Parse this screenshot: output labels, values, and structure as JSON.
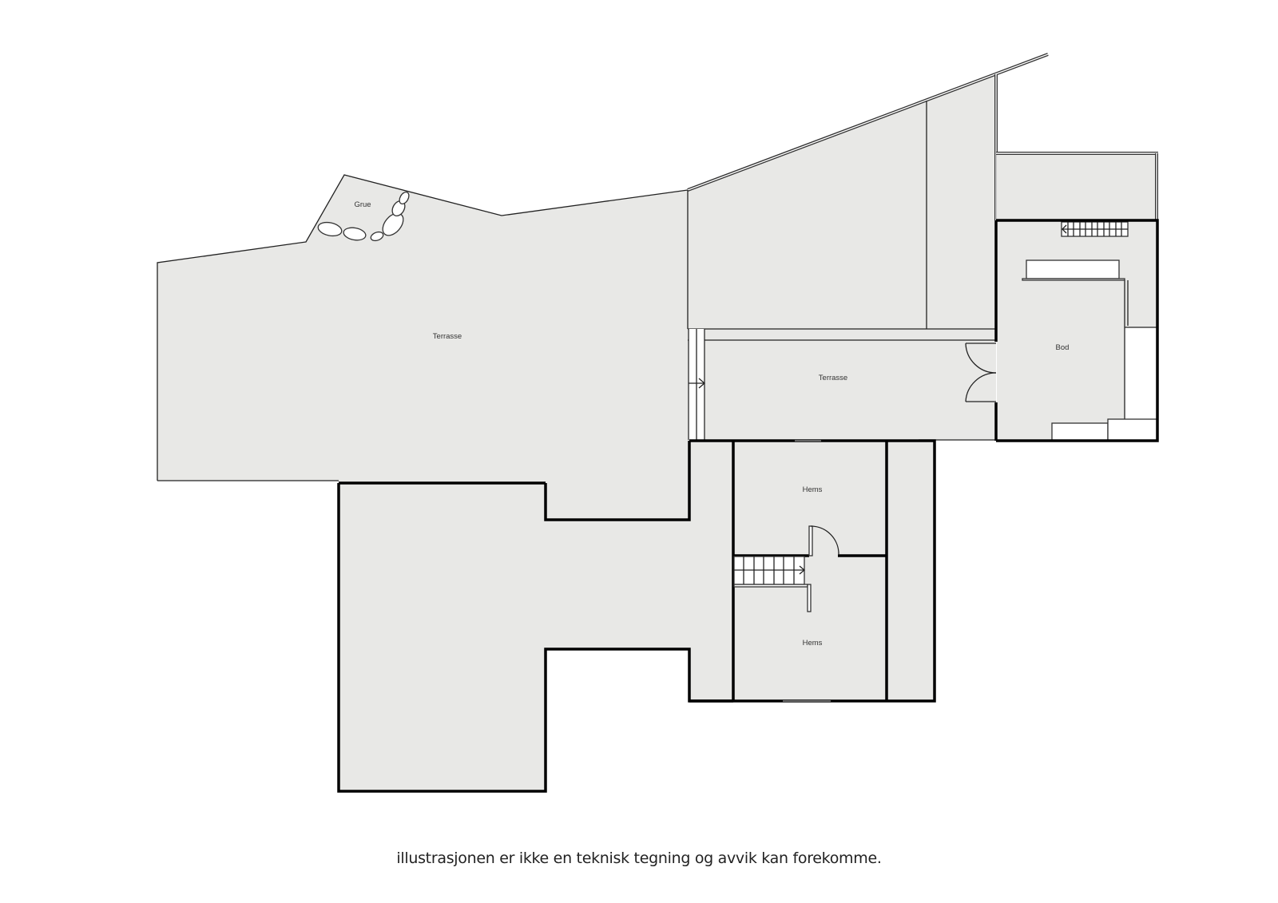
{
  "floorplan": {
    "rooms": [
      {
        "id": "grue",
        "label": "Grue"
      },
      {
        "id": "terrasse-main",
        "label": "Terrasse"
      },
      {
        "id": "terrasse-mid",
        "label": "Terrasse"
      },
      {
        "id": "bod",
        "label": "Bod"
      },
      {
        "id": "hems-upper",
        "label": "Hems"
      },
      {
        "id": "hems-lower",
        "label": "Hems"
      }
    ],
    "colors": {
      "floor_fill": "#e8e8e6",
      "wall": "#000000",
      "background": "#ffffff"
    }
  },
  "caption": "illustrasjonen er ikke en teknisk tegning og avvik kan forekomme."
}
